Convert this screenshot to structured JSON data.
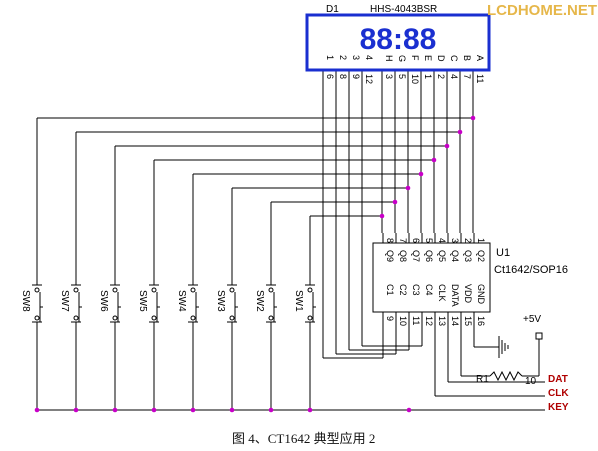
{
  "watermark": "LCDHOME.NET",
  "display": {
    "ref": "D1",
    "part": "HHS-4043BSR",
    "digits": "88:88",
    "top_pin_labels": [
      "1",
      "2",
      "3",
      "4",
      "H",
      "G",
      "F",
      "E",
      "D",
      "C",
      "B",
      "A"
    ],
    "bottom_pins": [
      "6",
      "8",
      "9",
      "12",
      "3",
      "5",
      "10",
      "1",
      "2",
      "4",
      "7",
      "11"
    ]
  },
  "ic": {
    "ref": "U1",
    "part": "Ct1642/SOP16",
    "top_pins": [
      "8",
      "7",
      "6",
      "5",
      "4",
      "3",
      "2",
      "1"
    ],
    "upper_labels": [
      "Q9",
      "Q8",
      "Q7",
      "Q6",
      "Q5",
      "Q4",
      "Q3",
      "Q2"
    ],
    "lower_labels": [
      "C1",
      "C2",
      "C3",
      "C4",
      "CLK",
      "DATA",
      "VDD",
      "GND"
    ],
    "bottom_pins": [
      "9",
      "10",
      "11",
      "12",
      "13",
      "14",
      "15",
      "16"
    ]
  },
  "switches": [
    "SW8",
    "SW7",
    "SW6",
    "SW5",
    "SW4",
    "SW3",
    "SW2",
    "SW1"
  ],
  "power": "+5V",
  "resistor": {
    "ref": "R1",
    "value": "10"
  },
  "signals": [
    "DAT",
    "CLK",
    "KEY"
  ],
  "caption": "图 4、CT1642 典型应用 2"
}
